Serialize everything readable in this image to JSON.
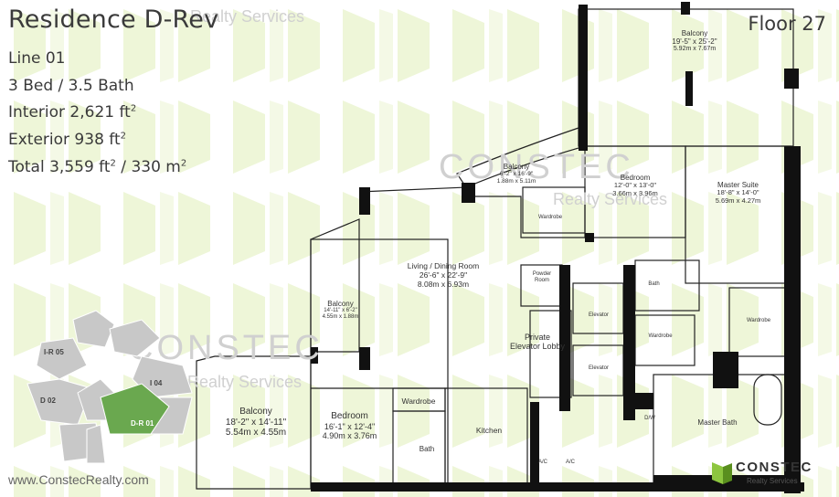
{
  "header": {
    "title": "Residence D-Rev",
    "floor": "Floor 27"
  },
  "specs": {
    "line": "Line 01",
    "beds_baths": "3 Bed / 3.5 Bath",
    "interior": "Interior 2,621 ft",
    "exterior": "Exterior 938 ft",
    "total_a": "Total 3,559 ft",
    "total_b": " / 330 m",
    "sup": "2"
  },
  "website": "www.ConstecRealty.com",
  "watermark": {
    "brand": "CONSTEC",
    "sub": "Realty Services"
  },
  "logo": {
    "brand": "CONSTEC",
    "sub": "Realty Services",
    "colors": {
      "green": "#8dc63f",
      "dark": "#333333"
    }
  },
  "rooms": {
    "balcony_top": {
      "name": "Balcony",
      "dim_ft": "19'-5\" x 25'-2\"",
      "dim_m": "5.92m x 7.67m"
    },
    "balcony_small": {
      "name": "Balcony",
      "dim_ft": "6'-2\" x 16'-9\"",
      "dim_m": "1.88m x 5.11m"
    },
    "bedroom_upper": {
      "name": "Bedroom",
      "dim_ft": "12'-0\" x 13'-0\"",
      "dim_m": "3.66m x 3.96m"
    },
    "master_suite": {
      "name": "Master Suite",
      "dim_ft": "18'-8\" x 14'-0\"",
      "dim_m": "5.69m x 4.27m"
    },
    "living": {
      "name": "Living / Dining Room",
      "dim_ft": "26'-6\" x 22'-9\"",
      "dim_m": "8.08m x 6.93m"
    },
    "balcony_side": {
      "name": "Balcony",
      "dim_ft": "14'-11\" x 6'-2\"",
      "dim_m": "4.55m x 1.88m"
    },
    "balcony_large": {
      "name": "Balcony",
      "dim_ft": "18'-2\" x 14'-11\"",
      "dim_m": "5.54m x 4.55m"
    },
    "bedroom_lower": {
      "name": "Bedroom",
      "dim_ft": "16'-1\" x 12'-4\"",
      "dim_m": "4.90m x 3.76m"
    }
  },
  "small_labels": {
    "wardrobe_upper": "Wardrobe",
    "powder_room_a": "Powder",
    "powder_room_b": "Room",
    "bath_upper": "Bath",
    "elevator_1": "Elevator",
    "elevator_2": "Elevator",
    "private_lobby_a": "Private",
    "private_lobby_b": "Elevator Lobby",
    "wardrobe_mid": "Wardrobe",
    "wardrobe_right": "Wardrobe",
    "wardrobe_lower": "Wardrobe",
    "kitchen": "Kitchen",
    "bath_lower": "Bath",
    "master_bath": "Master Bath",
    "ac1": "A/C",
    "ac2": "A/C",
    "dw": "D/W"
  },
  "keyplan": {
    "units": [
      "I-R 05",
      "I 04",
      "D 02",
      "D-R 01"
    ],
    "highlight_color": "#6aa84f"
  },
  "colors": {
    "accent_green": "#8dc63f",
    "wall": "#111111"
  }
}
